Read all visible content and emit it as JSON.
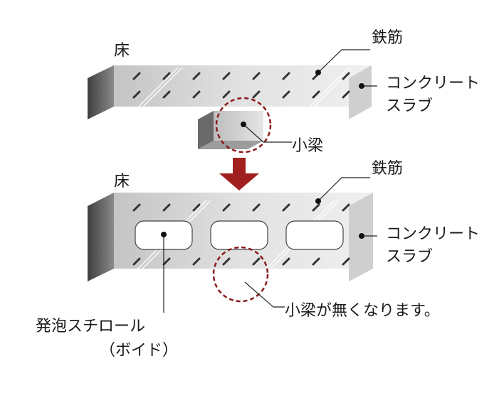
{
  "top_panel": {
    "floor_label": "床",
    "rebar_label": "鉄筋",
    "slab_label_line1": "コンクリート",
    "slab_label_line2": "スラブ",
    "beam_label": "小梁"
  },
  "bottom_panel": {
    "floor_label": "床",
    "rebar_label": "鉄筋",
    "slab_label_line1": "コンクリート",
    "slab_label_line2": "スラブ",
    "no_beam_label": "小梁が無くなります。",
    "void_label_line1": "発泡スチロール",
    "void_label_line2": "（ボイド）"
  },
  "colors": {
    "slab_front": "#d6d6d6",
    "slab_top": "#9c9c9c",
    "slab_side": "#585858",
    "highlight_circle": "#8b1a1a",
    "arrow": "#a02020",
    "rebar_hole": "#333333",
    "void": "#ffffff"
  }
}
